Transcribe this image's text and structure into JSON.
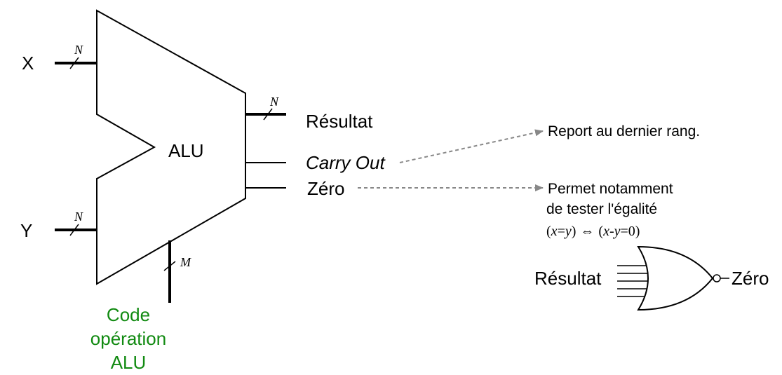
{
  "alu": {
    "title": "ALU",
    "input_x": "X",
    "input_y": "Y",
    "bus_width_n": "N",
    "bus_width_m": "M",
    "output_result": "Résultat",
    "output_carry": "Carry Out",
    "output_zero": "Zéro",
    "opcode_lines": [
      "Code",
      "opération",
      "ALU"
    ]
  },
  "annotations": {
    "carry_note": "Report au dernier rang.",
    "zero_note_line1": "Permet notamment",
    "zero_note_line2": "de tester l'égalité",
    "equality": {
      "open1": "(",
      "x": "x",
      "eq": "=",
      "y": "y",
      "close1": ")",
      "iff": "⇔",
      "open2": "(",
      "x2": "x",
      "minus": "-",
      "y2": "y",
      "eq0": "=0)"
    }
  },
  "nor_gate": {
    "input_label": "Résultat",
    "output_label": "Zéro"
  },
  "colors": {
    "opcode_text": "#118a11",
    "dashed_arrow": "#888888"
  }
}
